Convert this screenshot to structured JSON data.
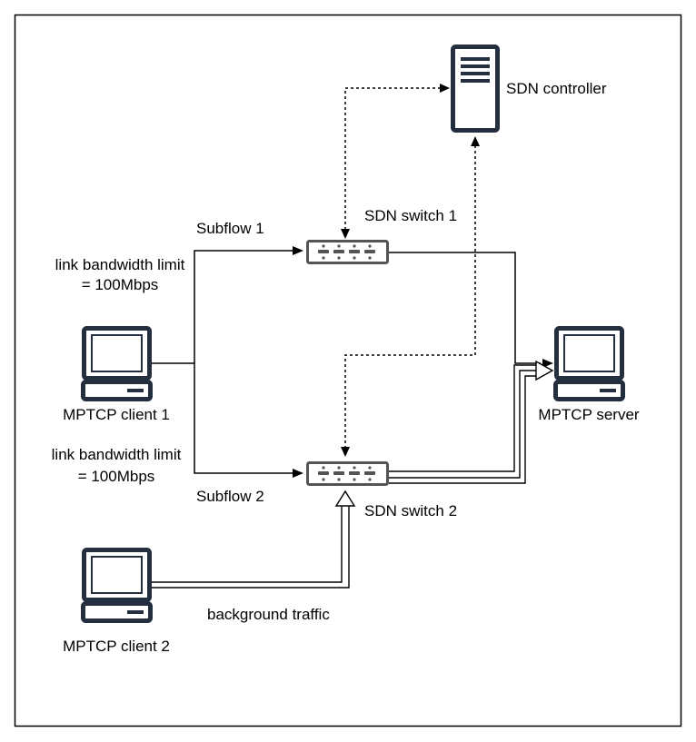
{
  "labels": {
    "sdn_controller": "SDN controller",
    "sdn_switch_1": "SDN switch 1",
    "sdn_switch_2": "SDN switch 2",
    "subflow_1": "Subflow 1",
    "subflow_2": "Subflow 2",
    "bandwidth_limit_top_line1": "link bandwidth limit",
    "bandwidth_limit_top_line2": "= 100Mbps",
    "bandwidth_limit_bottom_line1": "link bandwidth limit",
    "bandwidth_limit_bottom_line2": "= 100Mbps",
    "client_1": "MPTCP client 1",
    "client_2": "MPTCP client 2",
    "server": "MPTCP server",
    "background_traffic": "background traffic"
  },
  "colors": {
    "device_stroke": "#232f3e",
    "switch_stroke": "#545454",
    "line": "#000000"
  },
  "icons": {
    "controller": "server-rack-icon",
    "switch": "network-switch-icon",
    "client": "desktop-computer-icon",
    "server": "desktop-computer-icon"
  }
}
